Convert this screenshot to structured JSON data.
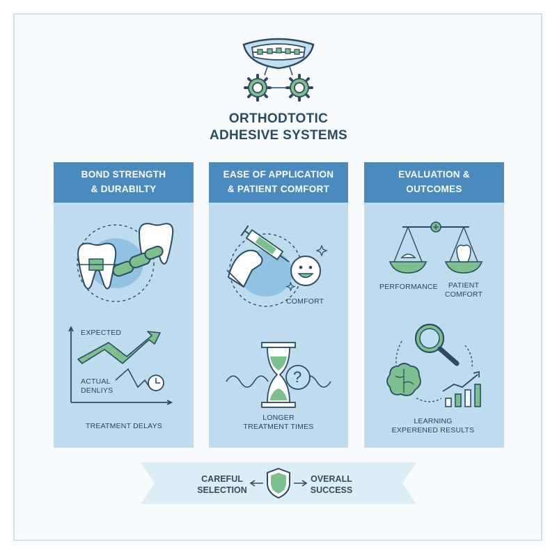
{
  "title": {
    "line1": "ORTHODTOTIC",
    "line2": "ADHESIVE SYSTEMS"
  },
  "colors": {
    "panel_header": "#4a8bbf",
    "panel_body": "#bfdcee",
    "accent_green": "#7cc08e",
    "ink": "#2c4254",
    "banner": "#dbeef6"
  },
  "panels": [
    {
      "heading_line1": "BOND STRENGTH",
      "heading_line2": "& DURABILTY",
      "icons": [
        "teeth-icon",
        "chain-link-icon",
        "line-chart-icon",
        "clock-icon"
      ],
      "chart_labels": {
        "expected": "EXPECTED",
        "actual_line1": "ACTUAL",
        "actual_line2": "DENLIYS"
      },
      "footer": "TREATMENT DELAYS"
    },
    {
      "heading_line1": "EASE OF APPLICATION",
      "heading_line2": "& PATIENT COMFORT",
      "icons": [
        "syringe-hand-icon",
        "smiley-icon",
        "hourglass-icon",
        "question-icon"
      ],
      "comfort_label": "COMFORT",
      "footer_line1": "LONGER",
      "footer_line2": "TREATMENT TIMES"
    },
    {
      "heading_line1": "EVALUATION &",
      "heading_line2": "OUTCOMES",
      "icons": [
        "balance-scale-icon",
        "magnifier-icon",
        "brain-icon",
        "bar-chart-icon"
      ],
      "scale_left": "PERFORMANCE",
      "scale_right_line1": "PATIENT",
      "scale_right_line2": "COMFORT",
      "footer_line1": "LEARNING",
      "footer_line2": "EXPERENED RESULTS"
    }
  ],
  "banner": {
    "left_line1": "CAREFUL",
    "left_line2": "SELECTION",
    "right_line1": "OVERALL",
    "right_line2": "SUCCESS",
    "icon": "shield-icon"
  }
}
